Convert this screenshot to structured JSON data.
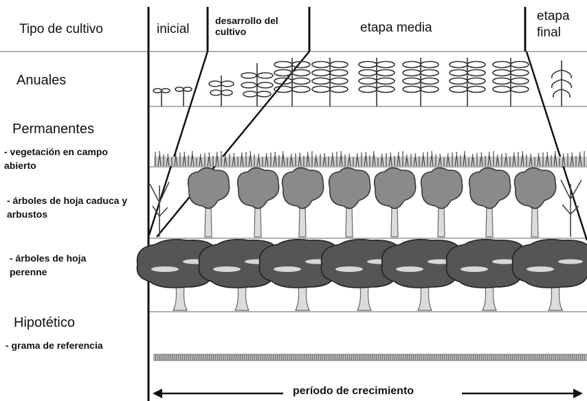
{
  "header": {
    "crop_type": "Tipo de cultivo",
    "stage_initial": "inicial",
    "stage_development": "desarrollo del cultivo",
    "stage_mid": "etapa media",
    "stage_final": "etapa final"
  },
  "rows": {
    "annual": "Anuales",
    "permanent": "Permanentes",
    "open_field": "- vegetación en campo abierto",
    "deciduous": "- árboles de hoja caduca y arbustos",
    "evergreen": "- árboles de hoja perenne",
    "hypothetical": "Hipotético",
    "reference_grass": "- grama de referencia"
  },
  "footer": {
    "growth_period": "período de crecimiento"
  },
  "colors": {
    "ink": "#111111",
    "foliage_dark": "#555555",
    "foliage_light": "#8a8a8a",
    "trunk": "#dcdcdc",
    "rule": "#aaaaaa"
  }
}
